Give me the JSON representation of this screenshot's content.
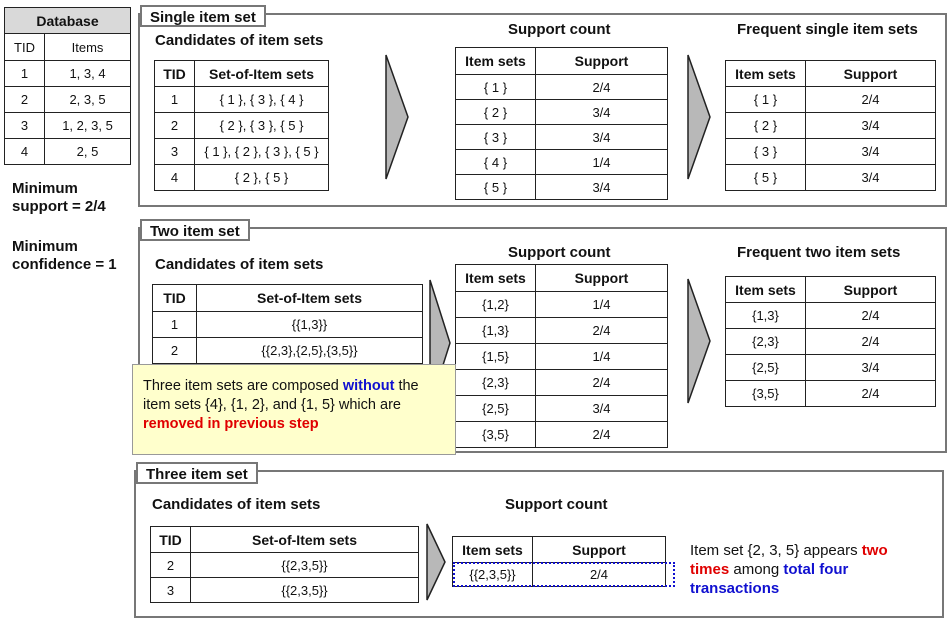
{
  "database": {
    "title": "Database",
    "headers": [
      "TID",
      "Items"
    ],
    "rows": [
      [
        "1",
        "1, 3, 4"
      ],
      [
        "2",
        "2, 3, 5"
      ],
      [
        "3",
        "1, 2, 3, 5"
      ],
      [
        "4",
        "2, 5"
      ]
    ]
  },
  "min_support": [
    "Minimum",
    "support = 2/4"
  ],
  "min_confidence": [
    "Minimum",
    "confidence = 1"
  ],
  "single": {
    "panel_title": "Single item set",
    "cand_heading": "Candidates of item sets",
    "cand_headers": [
      "TID",
      "Set-of-Item sets"
    ],
    "cand_rows": [
      [
        "1",
        "{ 1 }, { 3 }, { 4 }"
      ],
      [
        "2",
        "{ 2 }, { 3 }, { 5 }"
      ],
      [
        "3",
        "{ 1 }, { 2 }, { 3 }, { 5 }"
      ],
      [
        "4",
        "{ 2 }, { 5 }"
      ]
    ],
    "support_heading": "Support count",
    "support_headers": [
      "Item sets",
      "Support"
    ],
    "support_rows": [
      [
        "{ 1 }",
        "2/4"
      ],
      [
        "{ 2 }",
        "3/4"
      ],
      [
        "{ 3 }",
        "3/4"
      ],
      [
        "{ 4 }",
        "1/4"
      ],
      [
        "{ 5 }",
        "3/4"
      ]
    ],
    "freq_heading": "Frequent single item sets",
    "freq_headers": [
      "Item sets",
      "Support"
    ],
    "freq_rows": [
      [
        "{ 1 }",
        "2/4"
      ],
      [
        "{ 2 }",
        "3/4"
      ],
      [
        "{ 3 }",
        "3/4"
      ],
      [
        "{ 5 }",
        "3/4"
      ]
    ]
  },
  "two": {
    "panel_title": "Two item set",
    "cand_heading": "Candidates of item sets",
    "cand_headers": [
      "TID",
      "Set-of-Item sets"
    ],
    "cand_rows": [
      [
        "1",
        "{{1,3}}"
      ],
      [
        "2",
        "{{2,3},{2,5},{3,5}}"
      ]
    ],
    "support_heading": "Support count",
    "support_headers": [
      "Item sets",
      "Support"
    ],
    "support_rows": [
      [
        "{1,2}",
        "1/4"
      ],
      [
        "{1,3}",
        "2/4"
      ],
      [
        "{1,5}",
        "1/4"
      ],
      [
        "{2,3}",
        "2/4"
      ],
      [
        "{2,5}",
        "3/4"
      ],
      [
        "{3,5}",
        "2/4"
      ]
    ],
    "freq_heading": "Frequent two item sets",
    "freq_headers": [
      "Item sets",
      "Support"
    ],
    "freq_rows": [
      [
        "{1,3}",
        "2/4"
      ],
      [
        "{2,3}",
        "2/4"
      ],
      [
        "{2,5}",
        "3/4"
      ],
      [
        "{3,5}",
        "2/4"
      ]
    ]
  },
  "note": {
    "p1": "Three item sets are composed ",
    "p2": "without",
    "p3": " the item sets {4}, {1, 2}, and {1, 5} which are ",
    "p4": "removed in previous step"
  },
  "three": {
    "panel_title": "Three item set",
    "cand_heading": "Candidates of item sets",
    "cand_headers": [
      "TID",
      "Set-of-Item sets"
    ],
    "cand_rows": [
      [
        "2",
        "{{2,3,5}}"
      ],
      [
        "3",
        "{{2,3,5}}"
      ]
    ],
    "support_heading": "Support count",
    "support_headers": [
      "Item sets",
      "Support"
    ],
    "support_rows": [
      [
        "{{2,3,5}}",
        "2/4"
      ]
    ],
    "comment": {
      "p1": "Item set {2, 3, 5} appears ",
      "p2": "two times",
      "p3": " among ",
      "p4": "total four transactions"
    }
  }
}
